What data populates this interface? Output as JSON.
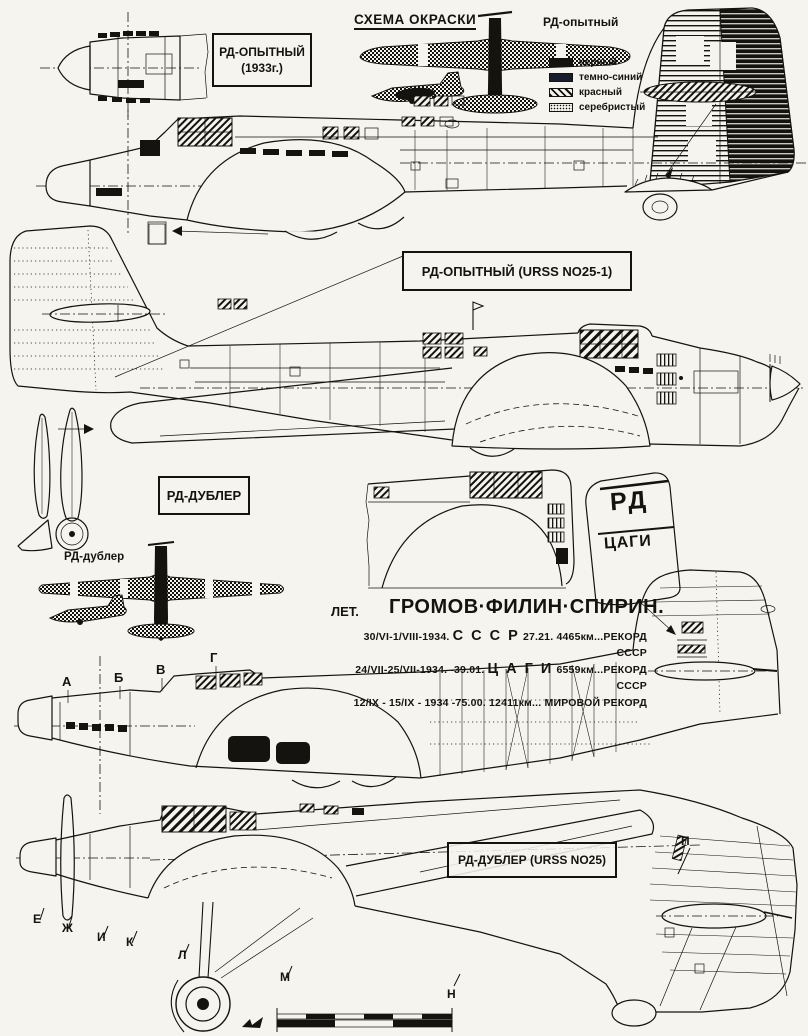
{
  "scheme": {
    "title": "СХЕМА ОКРАСКИ",
    "variant": "РД-опытный"
  },
  "legend": {
    "items": [
      {
        "label": "черный",
        "swatch": "solid-black"
      },
      {
        "label": "темно-синий",
        "swatch": "solid-dark-blue"
      },
      {
        "label": "красный",
        "swatch": "diagonal-hatch-red"
      },
      {
        "label": "серебристый",
        "swatch": "dotted-silver"
      }
    ]
  },
  "boxes": {
    "prototype_1933": {
      "line1": "РД-ОПЫТНЫЙ",
      "line2": "(1933г.)"
    },
    "prototype_urss": "РД-ОПЫТНЫЙ (URSS NO25-1)",
    "dubler": "РД-ДУБЛЕР",
    "dubler_urss": "РД-ДУБЛЕР (URSS NO25)"
  },
  "small_labels": {
    "dubler_scheme": "РД-дублер"
  },
  "tail_marking": {
    "top": "РД",
    "bottom": "ЦАГИ"
  },
  "records": {
    "prefix": "ЛЕТ.",
    "pilots": "ГРОМОВ·ФИЛИН·СПИРИН.",
    "lines": [
      {
        "pre": "30/VI-1/VIII-1934.",
        "big": "С С С Р",
        "post": "27.21. 4465км...РЕКОРД СССР"
      },
      {
        "pre": "24/VII-25/VII-1934. -39.01.",
        "big": "Ц А Г И",
        "post": "6559км...РЕКОРД СССР"
      },
      {
        "pre": "12/IX - 15/IX - 1934 -75.00. 12411км...",
        "big": "",
        "post": "МИРОВОЙ РЕКОРД"
      }
    ]
  },
  "section_letters": [
    "А",
    "Б",
    "В",
    "Г"
  ],
  "gear_letters": [
    "Е",
    "Ж",
    "И",
    "К",
    "Л",
    "М"
  ],
  "tail_letter": "П",
  "scale_letter": "Н"
}
